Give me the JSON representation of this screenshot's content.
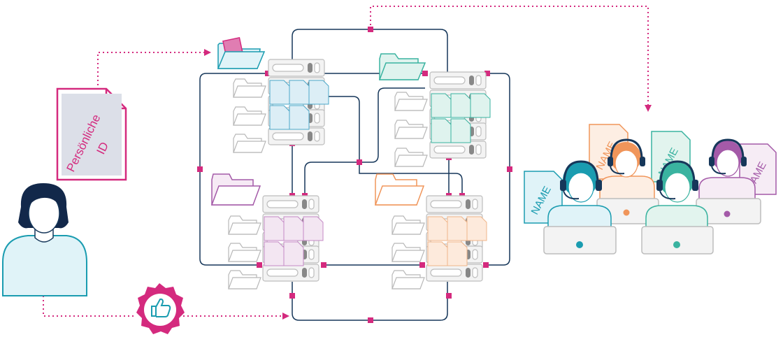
{
  "document": {
    "label_line1": "Persönliche",
    "label_line2": "ID"
  },
  "agent_cards": [
    {
      "label": "NAME",
      "color": "#1a9cb0"
    },
    {
      "label": "NAME",
      "color": "#f0955a"
    },
    {
      "label": "NAME",
      "color": "#3ab3a0"
    },
    {
      "label": "NAME",
      "color": "#a45aa8"
    }
  ],
  "colors": {
    "magenta": "#d42a7e",
    "navy": "#16375a",
    "blue_file": "#dceef6",
    "teal_file": "#dff3ee",
    "purple_file": "#f3e6f2",
    "orange_file": "#fdeadc",
    "server_fill": "#f3f3f3",
    "server_stroke": "#bdbdbd"
  },
  "icons": {
    "user": "person-icon",
    "badge": "thumbs-up-badge-icon",
    "folder": "folder-icon",
    "server": "server-icon",
    "agent": "call-center-agent-icon",
    "laptop": "laptop-icon"
  }
}
